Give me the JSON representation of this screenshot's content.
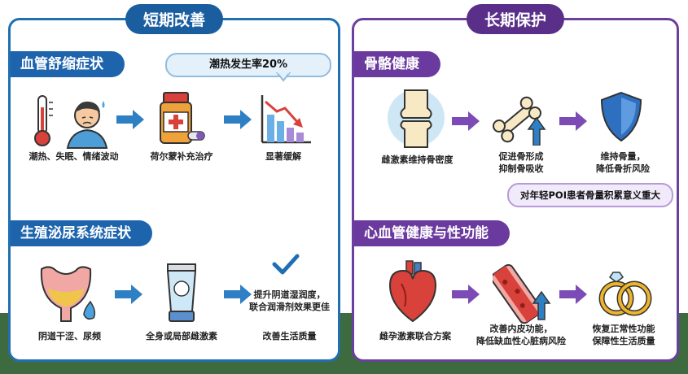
{
  "left_panel": {
    "title": "短期改善",
    "section1": {
      "title": "血管舒缩症状",
      "callout": "潮热发生率20%",
      "steps": [
        {
          "icon": "thermometer-person-icon",
          "caption": "潮热、失眠、情绪波动"
        },
        {
          "icon": "medicine-bottle-icon",
          "caption": "荷尔蒙补充治疗"
        },
        {
          "icon": "declining-chart-icon",
          "caption": "显著缓解"
        }
      ]
    },
    "section2": {
      "title": "生殖泌尿系统症状",
      "steps": [
        {
          "icon": "bladder-drop-icon",
          "caption": "阴道干涩、尿频"
        },
        {
          "icon": "cream-tube-icon",
          "caption": "全身或局部雌激素"
        },
        {
          "icon": "checkmark-icon",
          "caption": "改善生活质量",
          "note_line1": "提升阴道湿润度，",
          "note_line2": "联合润滑剂效果更佳"
        }
      ]
    }
  },
  "right_panel": {
    "title": "长期保护",
    "section1": {
      "title": "骨骼健康",
      "callout": "对年轻POI患者骨量积累意义重大",
      "steps": [
        {
          "icon": "knee-joint-icon",
          "caption": "雌激素维持骨密度"
        },
        {
          "icon": "bone-up-arrow-icon",
          "caption_line1": "促进骨形成",
          "caption_line2": "抑制骨吸收"
        },
        {
          "icon": "shield-icon",
          "caption_line1": "维持骨量，",
          "caption_line2": "降低骨折风险"
        }
      ]
    },
    "section2": {
      "title": "心血管健康与性功能",
      "steps": [
        {
          "icon": "heart-icon",
          "caption": "雌孕激素联合方案"
        },
        {
          "icon": "blood-vessel-icon",
          "caption_line1": "改善内皮功能，",
          "caption_line2": "降低缺血性心脏病风险"
        },
        {
          "icon": "rings-icon",
          "caption_line1": "恢复正常性功能",
          "caption_line2": "保障性生活质量"
        }
      ]
    }
  },
  "colors": {
    "blue": "#1d64ad",
    "purple": "#6a3a9e",
    "arrow_blue": "#2f7fc4",
    "arrow_purple": "#7d4bb5"
  }
}
